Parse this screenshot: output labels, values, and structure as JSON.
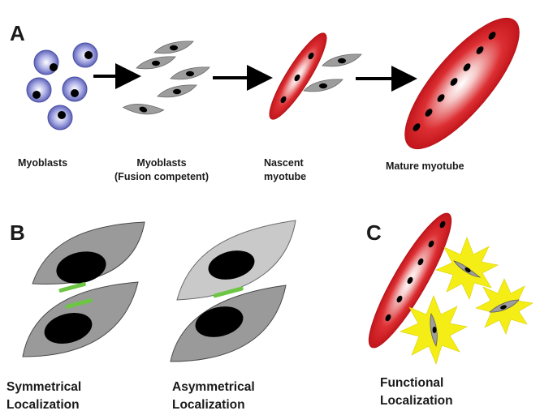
{
  "panels": {
    "a": {
      "letter": "A",
      "stages": [
        {
          "line1": "Myoblasts",
          "line2": ""
        },
        {
          "line1": "Myoblasts",
          "line2": "(Fusion competent)"
        },
        {
          "line1": "Nascent",
          "line2": "myotube"
        },
        {
          "line1": "Mature myotube",
          "line2": ""
        }
      ]
    },
    "b": {
      "letter": "B",
      "left_caption": {
        "line1": "Symmetrical",
        "line2": "Localization"
      },
      "right_caption": {
        "line1": "Asymmetrical",
        "line2": "Localization"
      }
    },
    "c": {
      "letter": "C",
      "caption": {
        "line1": "Functional",
        "line2": "Localization"
      }
    }
  },
  "colors": {
    "myoblast_round": "#6f73c2",
    "myoblast_spindle": "#9d9d9d",
    "myotube_red": "#d42126",
    "nucleus": "#000000",
    "localization_green": "#6cc644",
    "starburst_yellow": "#f5ee16",
    "arrow": "#000000"
  }
}
